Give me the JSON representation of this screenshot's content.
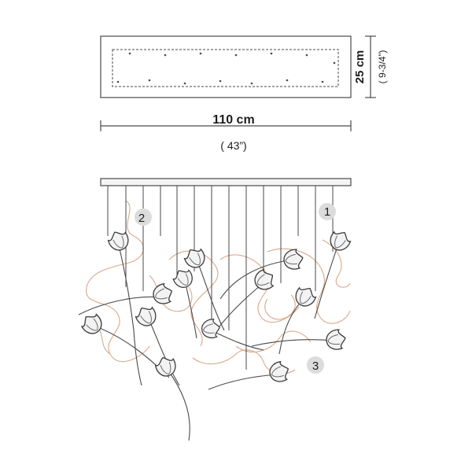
{
  "dimensions": {
    "width_metric": "110 cm",
    "width_imperial": "( 43”)",
    "height_metric": "25 cm",
    "height_imperial": "( 9-3/4”)"
  },
  "callouts": [
    {
      "label": "1"
    },
    {
      "label": "2"
    },
    {
      "label": "3"
    }
  ],
  "colors": {
    "line": "#4a4a4a",
    "wire": "#d9a88a",
    "badge": "#dcdcdc"
  }
}
